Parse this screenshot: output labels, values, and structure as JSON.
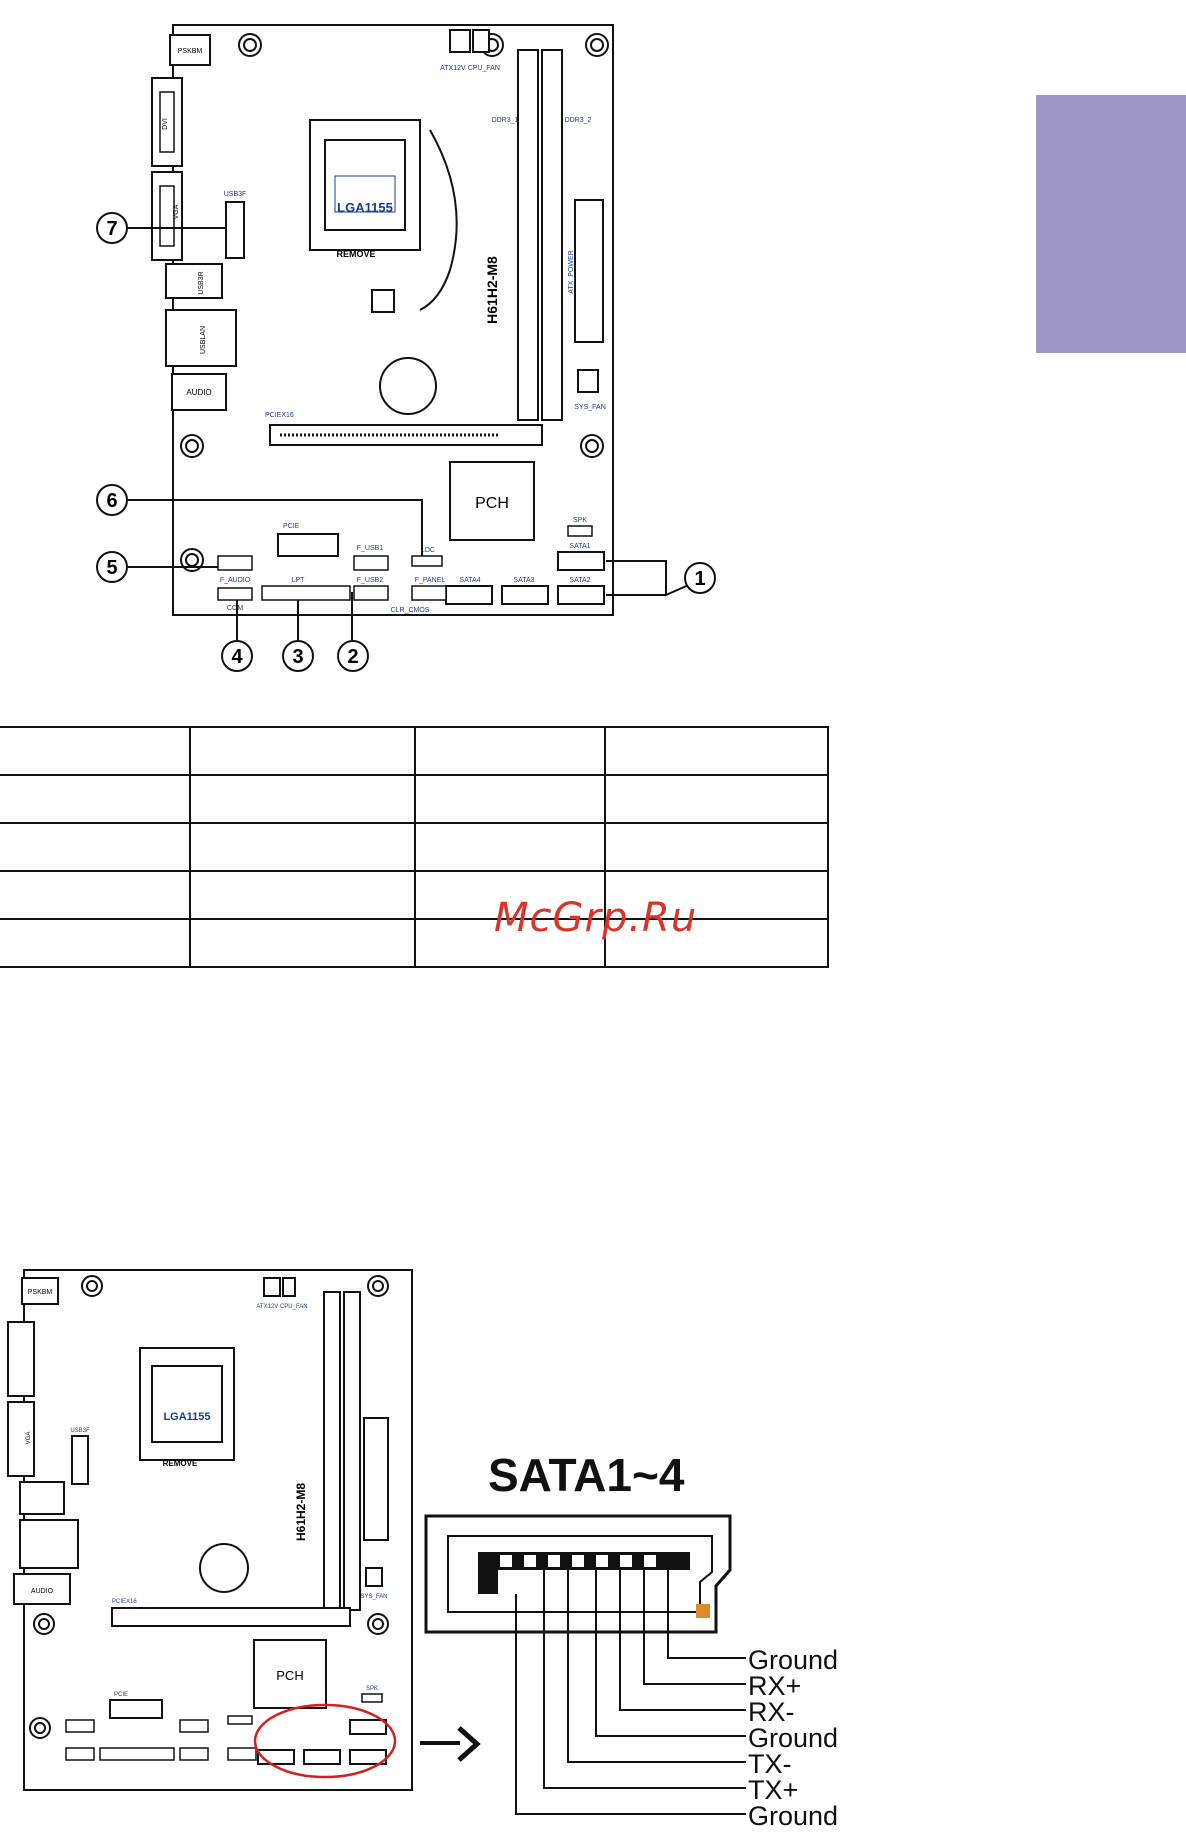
{
  "board_top": {
    "socket": "LGA1155",
    "remove": "REMOVE",
    "model": "H61H2-M8",
    "pch": "PCH",
    "ps2": "PSKBM",
    "dvi": "DVI",
    "vga": "VGA",
    "usb3f": "USB3F",
    "usb3r": "USB3R",
    "usblan": "USBLAN",
    "audio": "AUDIO",
    "atx12v": "ATX12V CPU_FAN",
    "ddr3_1": "DDR3_1",
    "ddr3_2": "DDR3_2",
    "atx_power": "ATX_POWER",
    "sys_fan": "SYS_FAN",
    "pciex16": "PCIEX16",
    "pcie": "PCIE",
    "spk": "SPK",
    "sata1": "SATA1",
    "sata2": "SATA2",
    "sata3": "SATA3",
    "sata4": "SATA4",
    "f_usb1": "F_USB1",
    "f_usb2": "F_USB2",
    "ldc": "LDC",
    "f_panel": "F_PANEL",
    "clr_cmos": "CLR_CMOS",
    "lpt": "LPT",
    "com": "COM",
    "f_audio": "F_AUDIO"
  },
  "callouts": [
    "1",
    "2",
    "3",
    "4",
    "5",
    "6",
    "7"
  ],
  "watermark": "McGrp.Ru",
  "sata_title": "SATA1~4",
  "sata_pins": [
    "Ground",
    "RX+",
    "RX-",
    "Ground",
    "TX-",
    "TX+",
    "Ground"
  ],
  "colors": {
    "tab": "#9d97c9",
    "highlight": "#d42020",
    "label_blue": "#1a3c8c"
  }
}
